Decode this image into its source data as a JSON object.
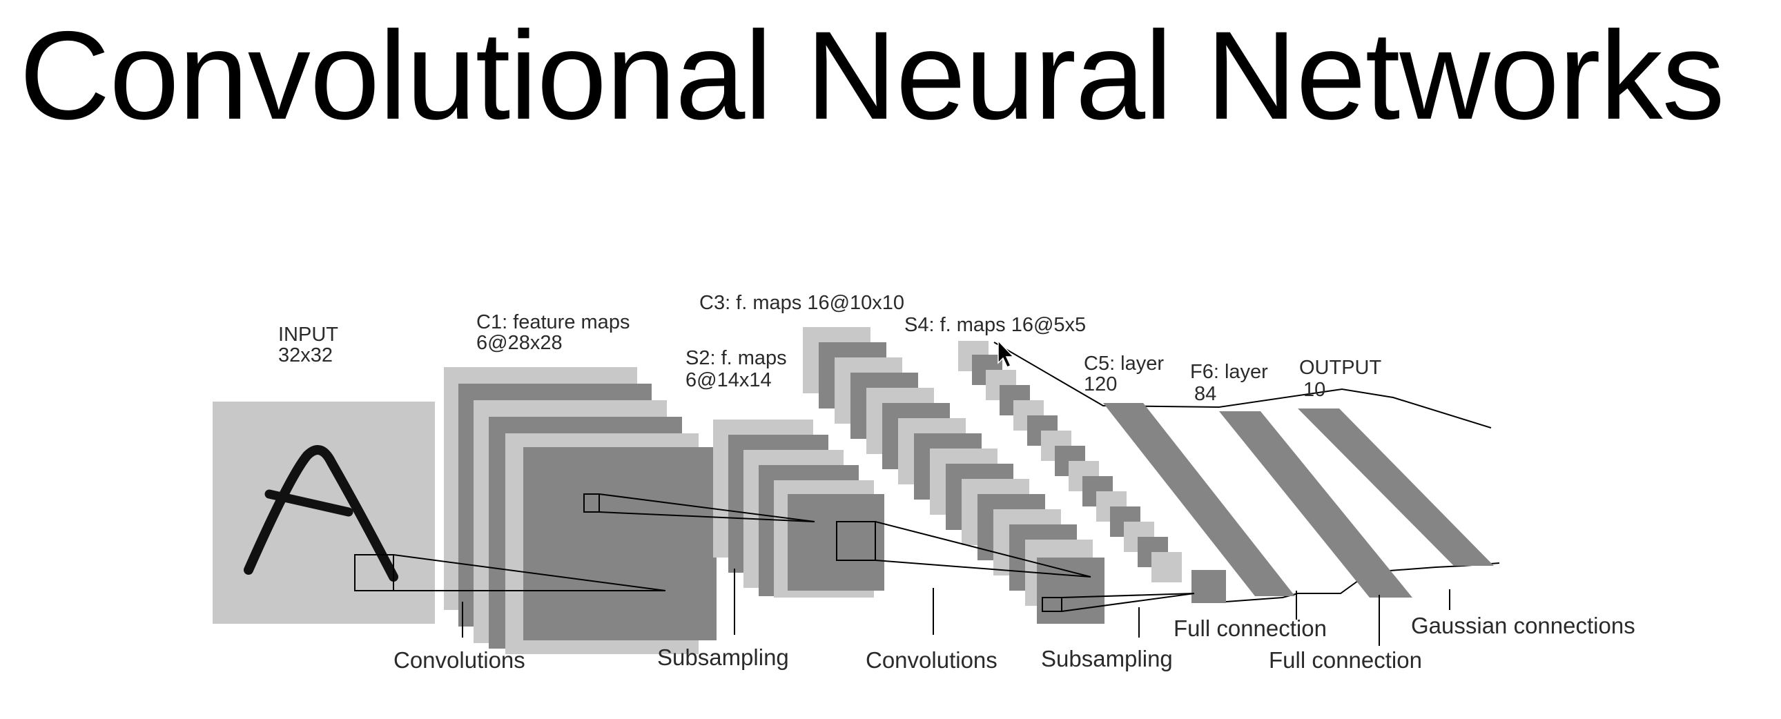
{
  "title": "Convolutional Neural Networks",
  "diagram": {
    "layers": [
      {
        "name": "INPUT",
        "size": "32x32"
      },
      {
        "name": "C1: feature maps",
        "size": "6@28x28"
      },
      {
        "name": "S2: f. maps",
        "size": "6@14x14"
      },
      {
        "name": "C3: f. maps 16@10x10",
        "size": ""
      },
      {
        "name": "S4: f. maps 16@5x5",
        "size": ""
      },
      {
        "name": "C5: layer",
        "size": "120"
      },
      {
        "name": "F6: layer",
        "size": "84"
      },
      {
        "name": "OUTPUT",
        "size": "10"
      }
    ],
    "operations": {
      "conv1": "Convolutions",
      "sub1": "Subsampling",
      "conv2": "Convolutions",
      "sub2": "Subsampling",
      "full1": "Full connection",
      "full2": "Full connection",
      "gauss": "Gaussian connections"
    }
  },
  "colors": {
    "light_gray": "#c8c8c8",
    "dark_gray": "#858585",
    "mid_gray": "#a9a9a9",
    "stroke": "#000000"
  }
}
